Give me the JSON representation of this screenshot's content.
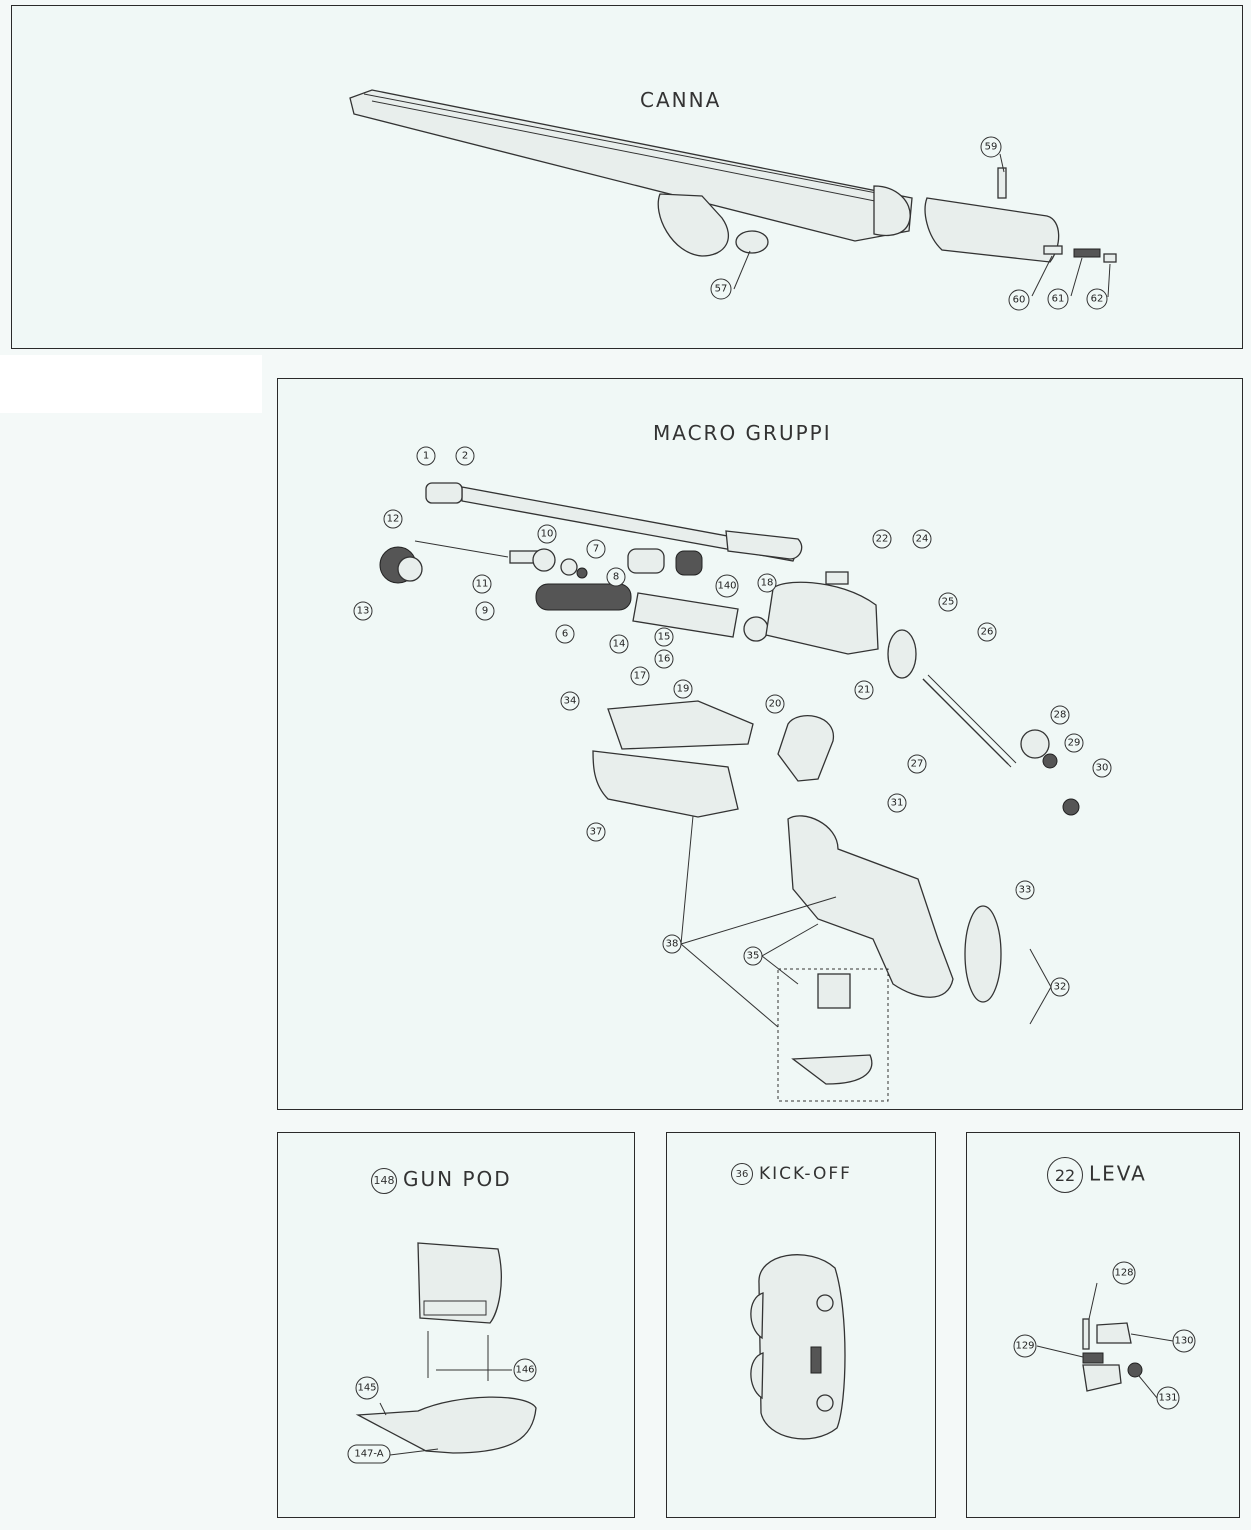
{
  "panels": {
    "canna": {
      "title": "CANNA",
      "callouts": [
        "57",
        "59",
        "60",
        "61",
        "62"
      ]
    },
    "macro_gruppi": {
      "title": "MACRO GRUPPI",
      "callouts": [
        "1",
        "2",
        "12",
        "10",
        "7",
        "8",
        "11",
        "9",
        "13",
        "6",
        "14",
        "140",
        "18",
        "22",
        "24",
        "25",
        "26",
        "15",
        "16",
        "17",
        "19",
        "20",
        "21",
        "34",
        "27",
        "28",
        "29",
        "30",
        "31",
        "37",
        "33",
        "38",
        "35",
        "32"
      ]
    },
    "gun_pod": {
      "badge": "148",
      "title": "GUN POD",
      "callouts": [
        "146",
        "145",
        "147-A"
      ]
    },
    "kick_off": {
      "badge": "36",
      "title": "KICK-OFF"
    },
    "leva": {
      "badge": "22",
      "title": "LEVA",
      "callouts": [
        "128",
        "129",
        "130",
        "131"
      ]
    }
  }
}
